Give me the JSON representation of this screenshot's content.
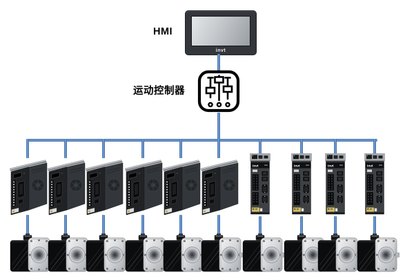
{
  "diagram": {
    "title_implicit": "Motion control system topology",
    "colors": {
      "background": "#ffffff",
      "bus_line": "#4f81bd",
      "hmi_bezel": "#33363b",
      "drive_body_dark": "#202225",
      "motor_flange_silver": "#d7d9db"
    },
    "hmi": {
      "label": "HMI",
      "brand": "invt",
      "icon": "touch-panel-icon"
    },
    "controller": {
      "label": "运动控制器",
      "icon": "sliders-icon"
    },
    "network": {
      "bus_type": "horizontal-bus",
      "left_drive_count": 6,
      "right_drive_count": 4,
      "motor_count": 10,
      "right_drive_brand": "invt",
      "left_drive_icon": "servo-drive-large-icon",
      "right_drive_icon": "servo-drive-slim-icon",
      "motor_icon": "servo-motor-icon"
    }
  }
}
